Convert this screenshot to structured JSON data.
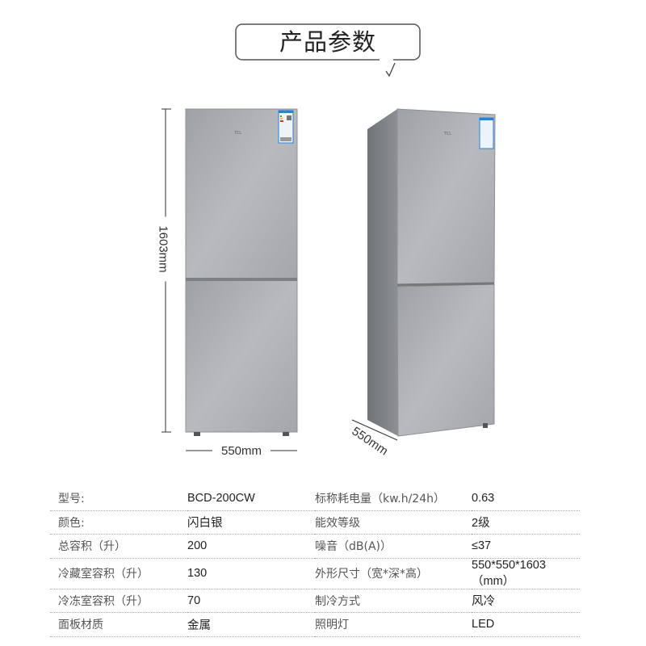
{
  "header": {
    "title": "产品参数"
  },
  "dimensions": {
    "height_label": "1603mm",
    "width_label": "550mm",
    "depth_label": "550mm"
  },
  "product": {
    "brand_mark": "TCL"
  },
  "specs": [
    {
      "label1": "型号:",
      "value1": "BCD-200CW",
      "label2": "标称耗电量（kw.h/24h）",
      "value2": "0.63"
    },
    {
      "label1": "颜色:",
      "value1": "闪白银",
      "label2": "能效等级",
      "value2": "2级"
    },
    {
      "label1": "总容积（升）",
      "value1": "200",
      "label2": "噪音（dB(A)）",
      "value2": "≤37"
    },
    {
      "label1": "冷藏室容积（升）",
      "value1": "130",
      "label2": "外形尺寸（宽*深*高）",
      "value2": "550*550*1603（mm）"
    },
    {
      "label1": "冷冻室容积（升）",
      "value1": "70",
      "label2": "制冷方式",
      "value2": "风冷"
    },
    {
      "label1": "面板材质",
      "value1": "金属",
      "label2": "照明灯",
      "value2": "LED"
    }
  ],
  "colors": {
    "panel": "#a9abb0",
    "text": "#333333",
    "label_blue": "#1f7fd0"
  }
}
